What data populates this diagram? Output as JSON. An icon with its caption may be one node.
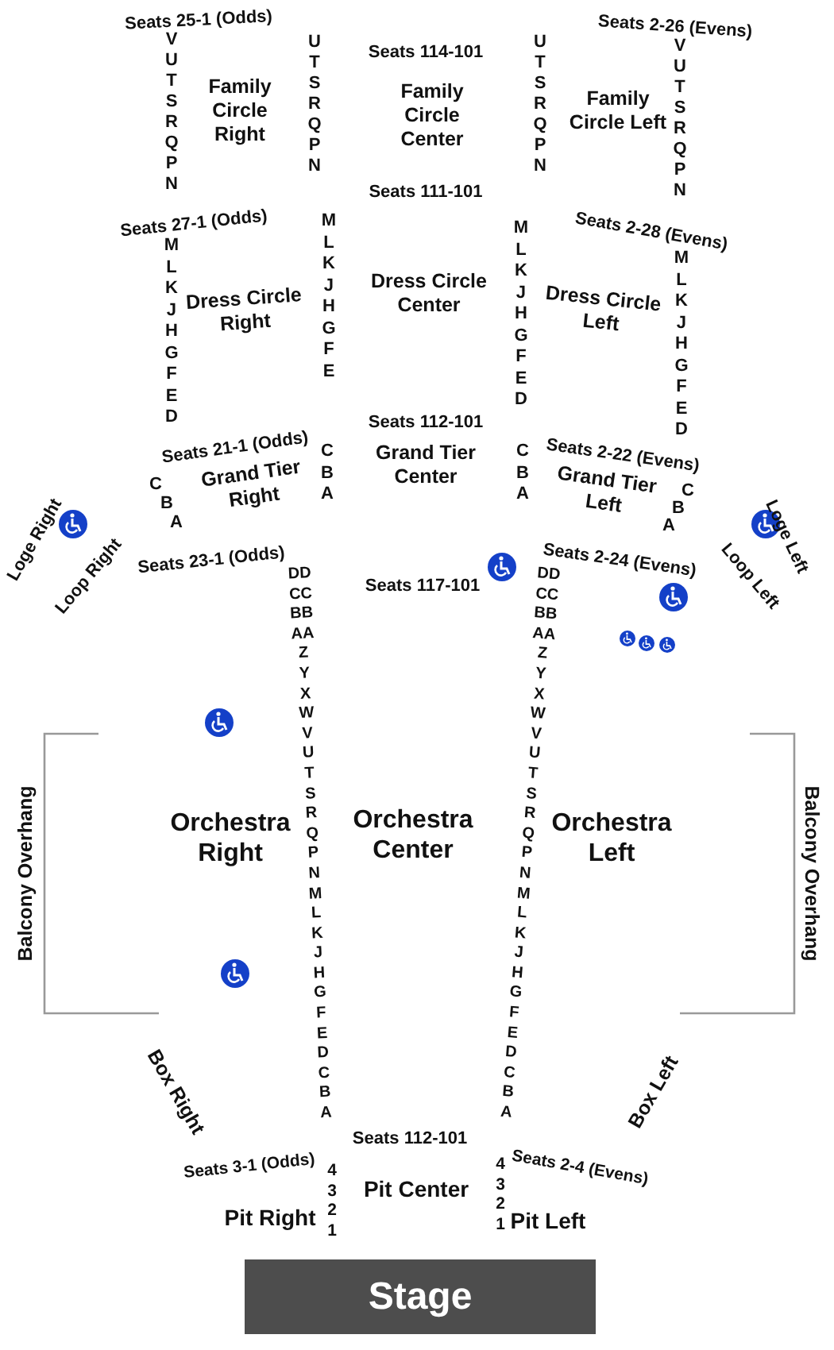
{
  "diagram": {
    "nodes": [
      {
        "text": [
          "Stage"
        ]
      }
    ],
    "labels": [
      "Seats 25-1 (Odds)",
      "V U T S R Q P N",
      "Family Circle Right",
      "U T S R Q P N",
      "Seats 114-101",
      "Family Circle Center",
      "U T S R Q P N",
      "Seats 2-26 (Evens)",
      "Family Circle Left",
      "V U T S R Q P N",
      "Seats 111-101",
      "Seats 27-1 (Odds)",
      "M L K J H G F E D",
      "Dress Circle Right",
      "M L K J H G F E",
      "Dress Circle Center",
      "M L K J H G F E D",
      "Seats 2-28 (Evens)",
      "Dress Circle Left",
      "M L K J H G F E D",
      "Seats 112-101",
      "Seats 21-1 (Odds)",
      "C",
      "B",
      "A",
      "Grand Tier Right",
      "C B A",
      "Grand Tier Center",
      "C B A",
      "Seats 2-22 (Evens)",
      "Grand Tier Left",
      "C",
      "B",
      "A",
      "Loge Right",
      "Loop Right",
      "Loge Left",
      "Loop Left",
      "Seats 23-1 (Odds)",
      "Seats 2-24 (Evens)",
      "Seats 117-101",
      "DD CC BB AA Z Y X W V U T S R Q P N M L K J H G F E D C B A",
      "Orchestra Right",
      "Orchestra Center",
      "Orchestra Left",
      "DD CC BB AA Z Y X W V U T S R Q P N M L K J H G F E D C B A",
      "Balcony Overhang",
      "Balcony Overhang",
      "Box Right",
      "Box Left",
      "Seats 112-101",
      "Seats 3-1 (Odds)",
      "4 3 2 1",
      "Pit Center",
      "Seats 2-4 (Evens)",
      "4 3 2 1",
      "Pit Right",
      "Pit Left"
    ]
  }
}
